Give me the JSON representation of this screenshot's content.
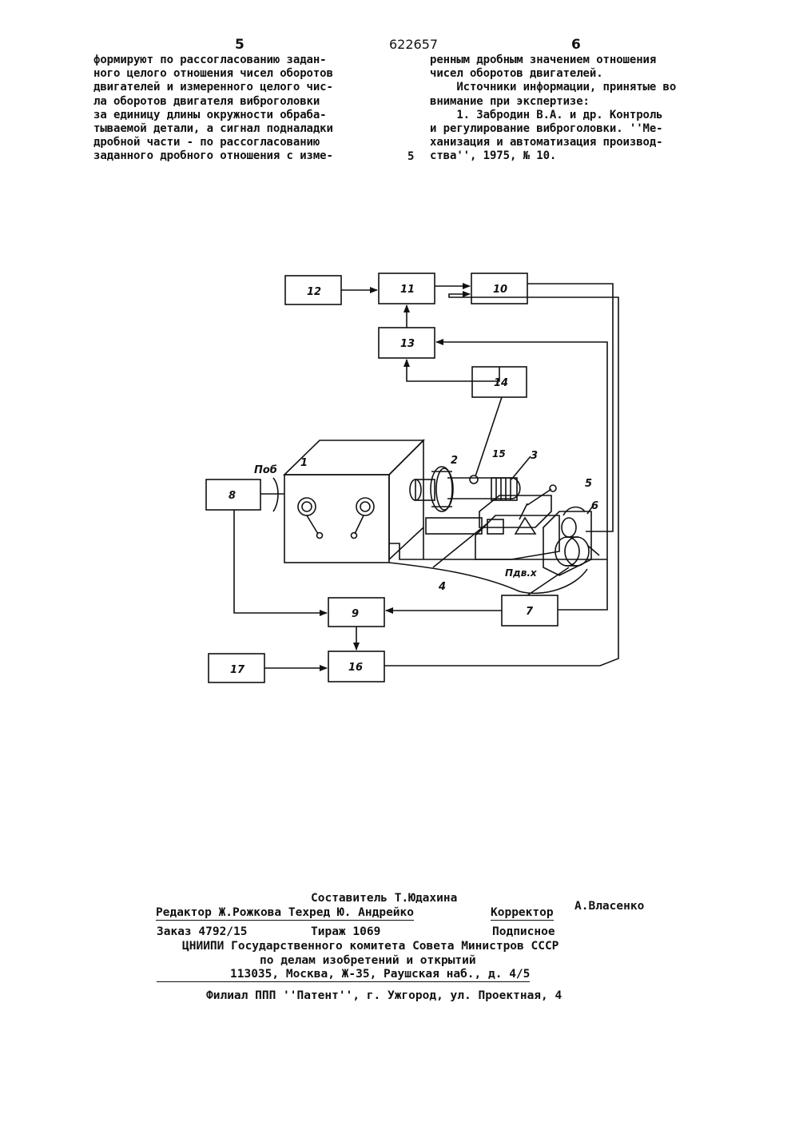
{
  "header": {
    "page_left": "5",
    "patent_number": "622657",
    "page_right": "6"
  },
  "left_column": [
    "формируют по рассогласованию задан-",
    "ного целого отношения чисел оборотов",
    "двигателей и измеренного целого чис-",
    "ла оборотов двигателя виброголовки",
    "за единицу длины окружности обраба-",
    "тываемой детали, а сигнал подналадки",
    "дробной части - по рассогласованию",
    "заданного дробного отношения с изме-"
  ],
  "line_marker": "5",
  "right_column": [
    "ренным дробным значением отношения",
    "чисел оборотов двигателей.",
    "    Источники информации, принятые во",
    "внимание при экспертизе:",
    "    1. Забродин В.А. и др. Контроль",
    "и регулирование виброголовки. ''Ме-",
    "ханизация и автоматизация производ-",
    "ства'', 1975, № 10."
  ],
  "figure": {
    "block_labels": [
      "1",
      "2",
      "3",
      "4",
      "5",
      "6",
      "7",
      "8",
      "9",
      "10",
      "11",
      "12",
      "13",
      "14",
      "15",
      "16",
      "17"
    ],
    "label_n_ob": "Поб",
    "label_n_dv": "Пдв.х"
  },
  "footer": {
    "composer": "Составитель Т.Юдахина",
    "editor_line": "Редактор Ж.Рожкова Техред Ю. Андрейко",
    "corrector_label": "Корректор",
    "corrector_name": "А.Власенко",
    "order": "Заказ 4792/15",
    "circulation": "Тираж 1069",
    "subscription": "Подписное",
    "org1": "ЦНИИПИ Государственного комитета Совета Министров СССР",
    "org2": "по делам изобретений и открытий",
    "address": "113035, Москва, Ж-35, Раушская наб., д. 4/5",
    "branch": "Филиал ППП ''Патент'', г. Ужгород, ул. Проектная, 4"
  }
}
